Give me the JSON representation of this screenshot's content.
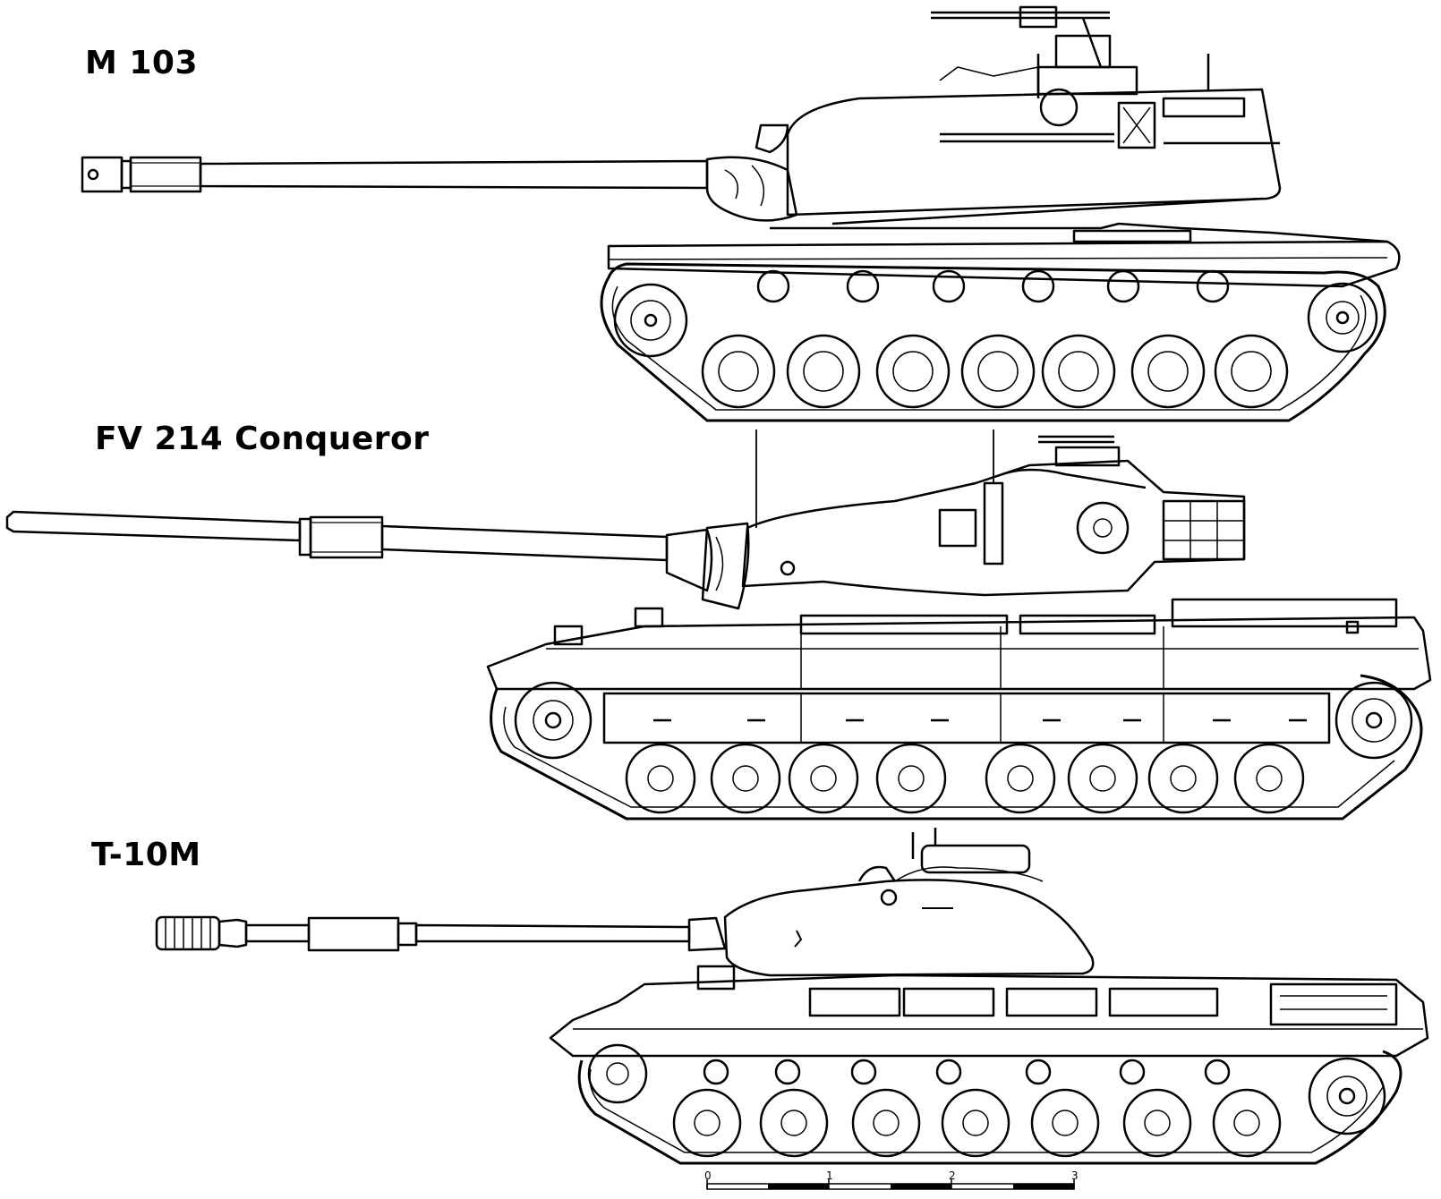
{
  "tanks": [
    {
      "name": "M 103"
    },
    {
      "name": "FV 214 Conqueror"
    },
    {
      "name": "T-10M"
    }
  ],
  "scale_bar": {
    "ticks": [
      "0",
      "1",
      "2",
      "3"
    ]
  },
  "colors": {
    "line": "#000000",
    "background": "#ffffff"
  }
}
